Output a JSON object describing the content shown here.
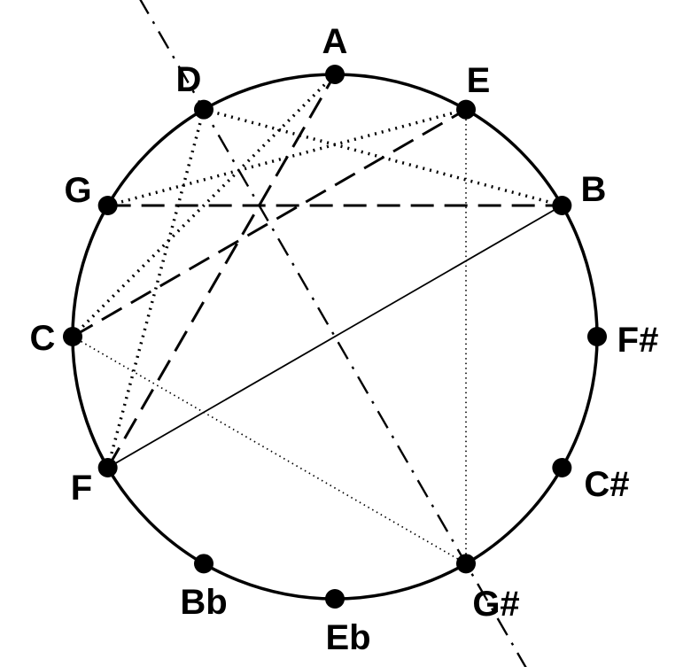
{
  "notes": [
    {
      "id": "A",
      "label": "A"
    },
    {
      "id": "E",
      "label": "E"
    },
    {
      "id": "B",
      "label": "B"
    },
    {
      "id": "Fs",
      "label": "F#"
    },
    {
      "id": "Cs",
      "label": "C#"
    },
    {
      "id": "Gs",
      "label": "G#"
    },
    {
      "id": "Eb",
      "label": "Eb"
    },
    {
      "id": "Bb",
      "label": "Bb"
    },
    {
      "id": "F",
      "label": "F"
    },
    {
      "id": "C",
      "label": "C"
    },
    {
      "id": "G",
      "label": "G"
    },
    {
      "id": "D",
      "label": "D"
    }
  ],
  "connections": [
    {
      "from": "G",
      "to": "B",
      "style": "dashed"
    },
    {
      "from": "C",
      "to": "E",
      "style": "dashed"
    },
    {
      "from": "F",
      "to": "A",
      "style": "dashed"
    },
    {
      "from": "D",
      "to": "B",
      "style": "dotted"
    },
    {
      "from": "D",
      "to": "F",
      "style": "dotted"
    },
    {
      "from": "G",
      "to": "E",
      "style": "dotted"
    },
    {
      "from": "C",
      "to": "A",
      "style": "dotted"
    },
    {
      "from": "C",
      "to": "Gs",
      "style": "fine-dotted"
    },
    {
      "from": "E",
      "to": "Gs",
      "style": "fine-dotted"
    },
    {
      "from": "F",
      "to": "B",
      "style": "solid"
    }
  ],
  "axis": {
    "from": "D",
    "to": "Gs",
    "style": "dash-dot",
    "extended": true
  },
  "colors": {
    "ink": "#000000",
    "background": "#ffffff"
  }
}
